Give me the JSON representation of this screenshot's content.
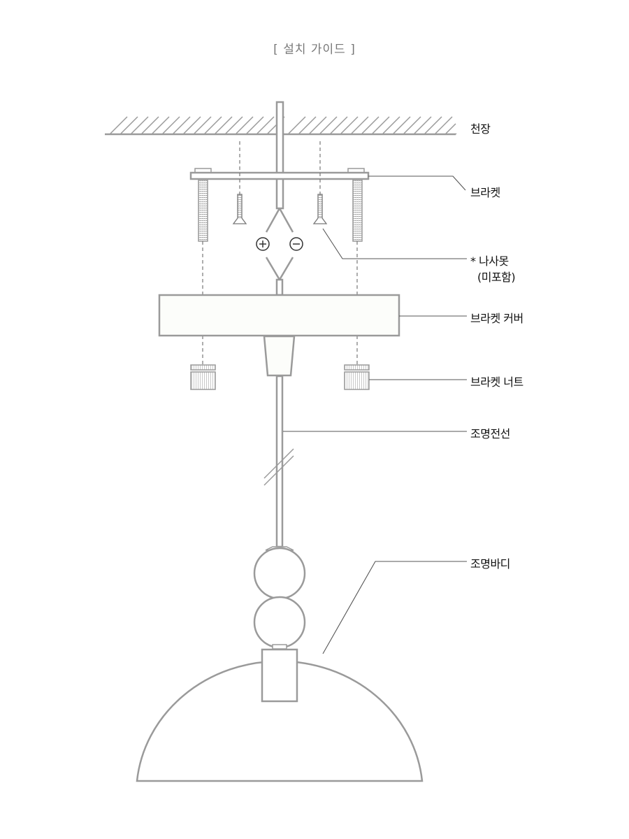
{
  "title": "[ 설치 가이드 ]",
  "labels": {
    "ceiling": "천장",
    "bracket": "브라켓",
    "screw": "* 나사못",
    "screw_note": "(미포함)",
    "bracket_cover": "브라켓 커버",
    "bracket_nut": "브라켓 너트",
    "wire": "조명전선",
    "body": "조명바디"
  },
  "colors": {
    "line": "#9a9a9a",
    "leader": "#555555"
  }
}
